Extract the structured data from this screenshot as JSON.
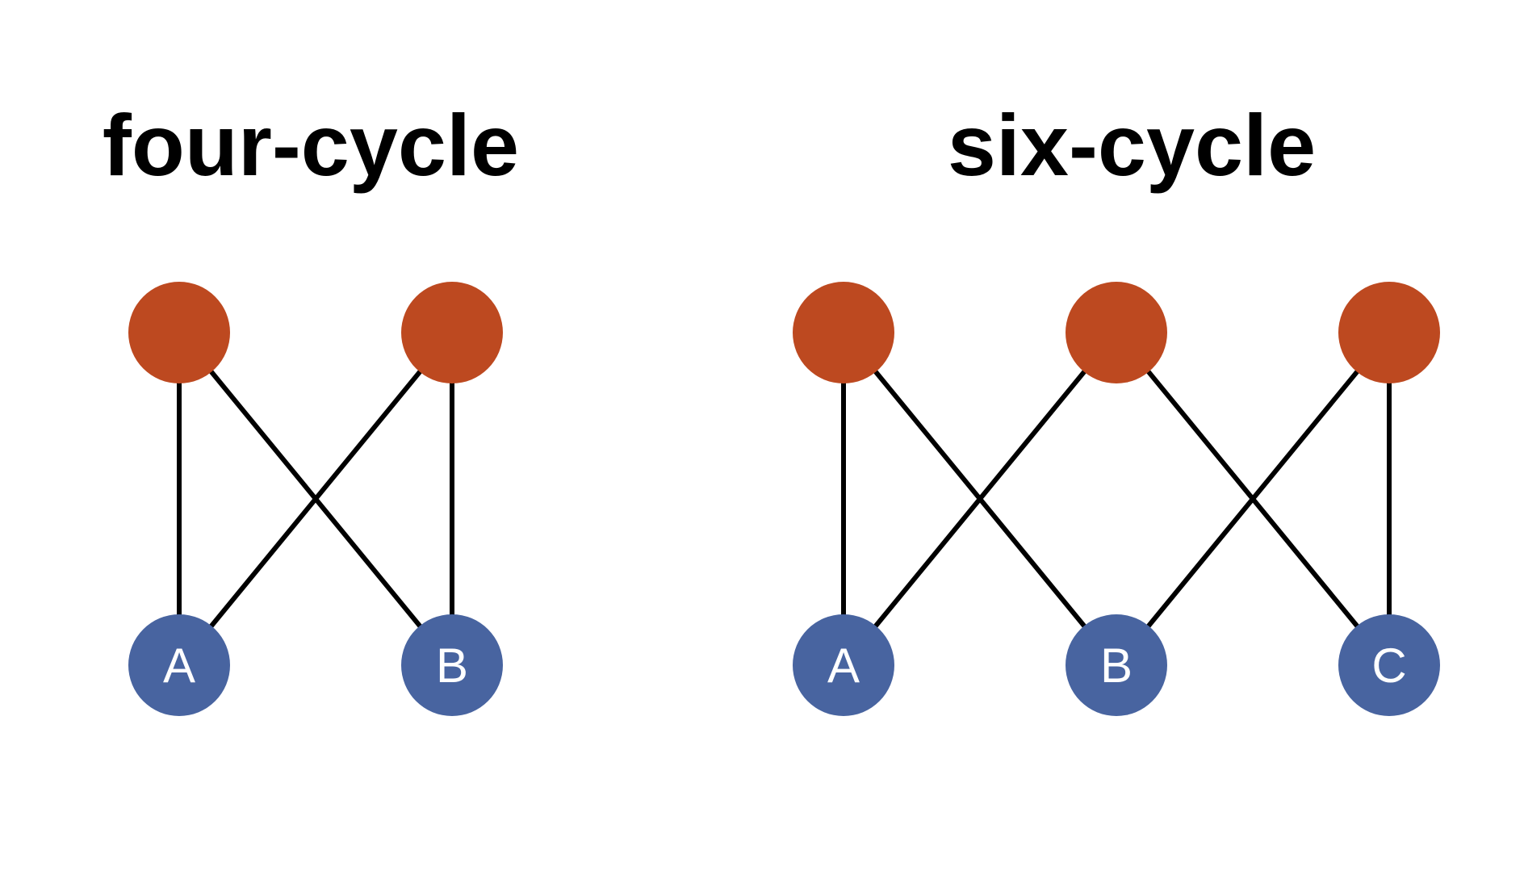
{
  "colors": {
    "top_node": "#bd4920",
    "bottom_node": "#4864a0",
    "edge": "#000000",
    "background": "#ffffff"
  },
  "diagrams": [
    {
      "title": "four-cycle",
      "top_nodes": [
        {
          "id": "t1",
          "label": ""
        },
        {
          "id": "t2",
          "label": ""
        }
      ],
      "bottom_nodes": [
        {
          "id": "A",
          "label": "A"
        },
        {
          "id": "B",
          "label": "B"
        }
      ],
      "edges": [
        [
          "t1",
          "A"
        ],
        [
          "t1",
          "B"
        ],
        [
          "t2",
          "A"
        ],
        [
          "t2",
          "B"
        ]
      ]
    },
    {
      "title": "six-cycle",
      "top_nodes": [
        {
          "id": "t1",
          "label": ""
        },
        {
          "id": "t2",
          "label": ""
        },
        {
          "id": "t3",
          "label": ""
        }
      ],
      "bottom_nodes": [
        {
          "id": "A",
          "label": "A"
        },
        {
          "id": "B",
          "label": "B"
        },
        {
          "id": "C",
          "label": "C"
        }
      ],
      "edges": [
        [
          "t1",
          "A"
        ],
        [
          "t1",
          "B"
        ],
        [
          "t2",
          "A"
        ],
        [
          "t2",
          "C"
        ],
        [
          "t3",
          "B"
        ],
        [
          "t3",
          "C"
        ]
      ]
    }
  ]
}
